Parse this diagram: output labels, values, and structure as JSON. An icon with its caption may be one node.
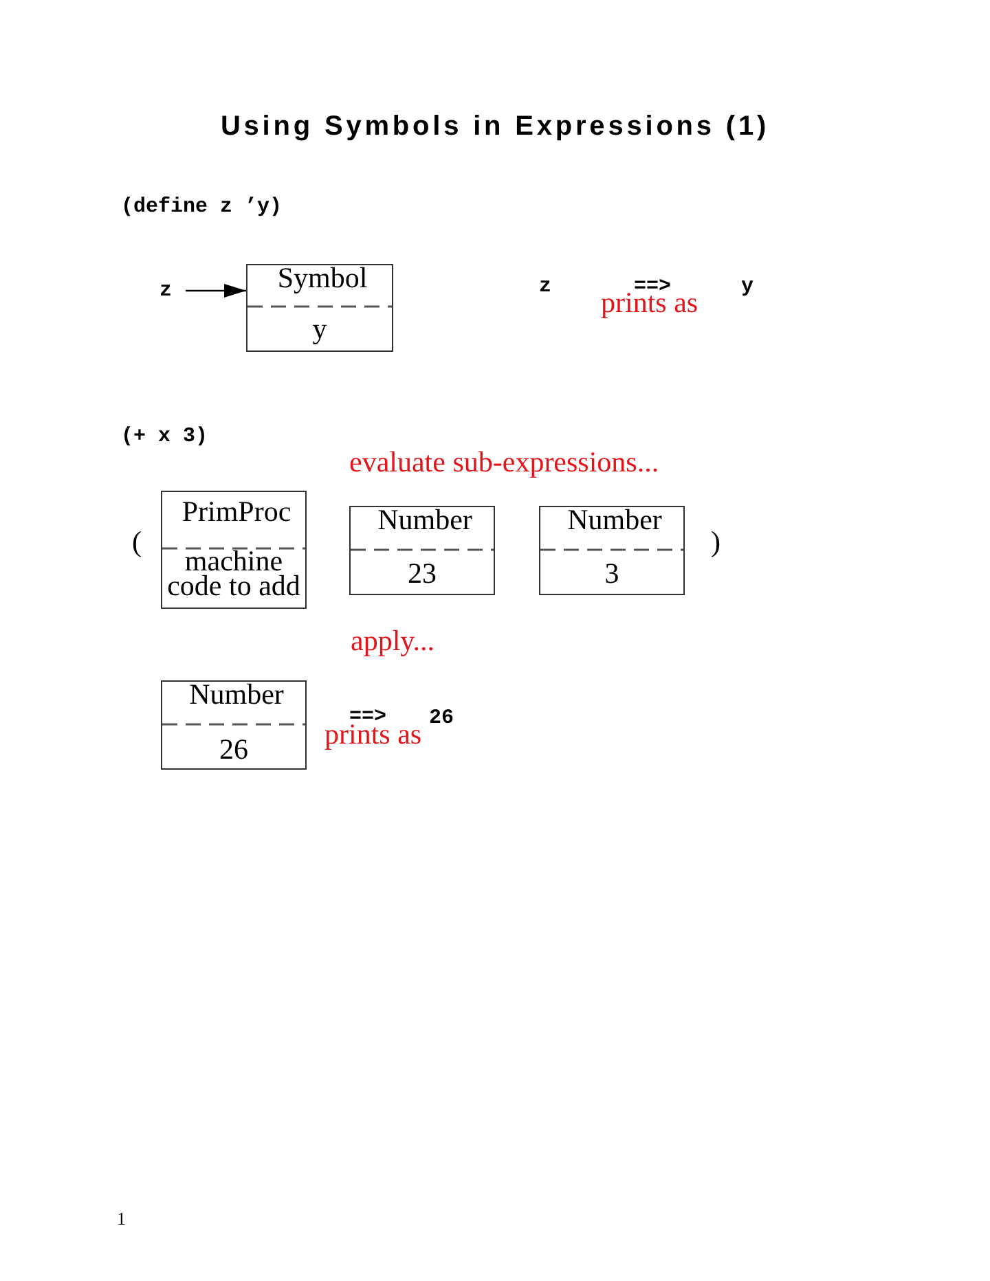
{
  "diagram": {
    "title": "Using Symbols in Expressions (1)",
    "nodes": [
      {
        "text": [
          "z"
        ]
      },
      {
        "text": [
          "Symbol",
          "y"
        ]
      },
      {
        "text": [
          "PrimProc",
          "machine code to add"
        ]
      },
      {
        "text": [
          "Number",
          "23"
        ]
      },
      {
        "text": [
          "Number",
          "3"
        ]
      },
      {
        "text": [
          "Number",
          "26"
        ]
      }
    ],
    "edges": [
      {
        "from": 0,
        "to": 1,
        "arrow": "to"
      }
    ],
    "labels": [
      "(define z ’y)",
      "z",
      "==>",
      "y",
      "prints as",
      "(+ x 3)",
      "evaluate sub-expressions...",
      "(",
      ")",
      "apply...",
      "==>",
      "26",
      "prints as",
      "1"
    ]
  }
}
